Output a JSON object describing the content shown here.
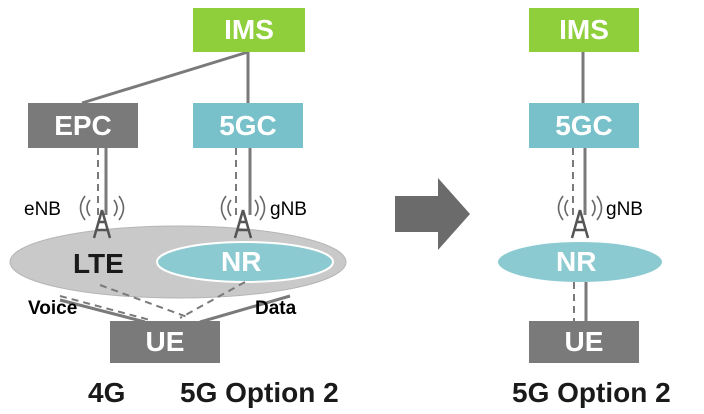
{
  "colors": {
    "ims_green": "#8fcf3c",
    "core_teal": "#78c1cb",
    "node_grey": "#7a7a7a",
    "lte_ellipse": "#c9c9c9",
    "nr_ellipse": "#8ccad1",
    "arrow": "#6b6b6b"
  },
  "left": {
    "ims": "IMS",
    "epc": "EPC",
    "fivegc": "5GC",
    "enb": "eNB",
    "gnb": "gNB",
    "lte": "LTE",
    "nr": "NR",
    "voice": "Voice",
    "data": "Data",
    "ue": "UE",
    "caption_4g": "4G",
    "caption_5g": "5G Option 2"
  },
  "right": {
    "ims": "IMS",
    "fivegc": "5GC",
    "gnb": "gNB",
    "nr": "NR",
    "ue": "UE",
    "caption": "5G Option 2"
  },
  "icons": [
    "cell-tower-icon",
    "radio-waves-icon",
    "transition-arrow-icon"
  ]
}
